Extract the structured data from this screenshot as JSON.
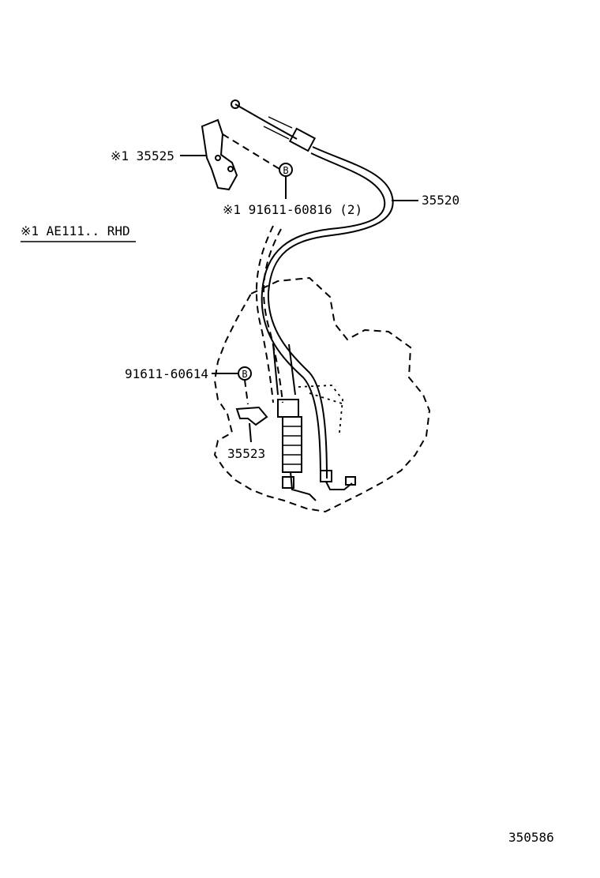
{
  "callouts": {
    "bracket": "※1 35525",
    "bolt_upper": "※1 91611-60816 (2)",
    "cable": "35520",
    "bolt_lower": "91611-60614",
    "plate": "35523"
  },
  "note": "※1 AE111.. RHD",
  "bolt_marker": "B",
  "illustration_id": "350586"
}
